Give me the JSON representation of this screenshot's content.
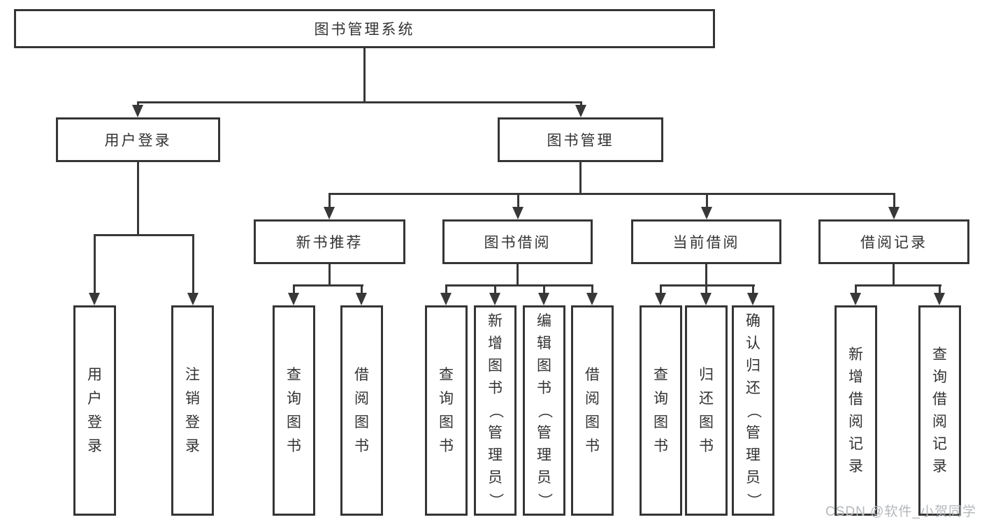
{
  "diagram": {
    "root": {
      "label": "图书管理系统"
    },
    "level2": {
      "user_login": {
        "label": "用户登录",
        "children": [
          "用户登录",
          "注销登录"
        ]
      },
      "book_management": {
        "label": "图书管理"
      }
    },
    "sections": [
      {
        "label": "新书推荐",
        "children": [
          "查询图书",
          "借阅图书"
        ]
      },
      {
        "label": "图书借阅",
        "children": [
          "查询图书",
          "新增图书（管理员）",
          "编辑图书（管理员）",
          "借阅图书"
        ]
      },
      {
        "label": "当前借阅",
        "children": [
          "查询图书",
          "归还图书",
          "确认归还（管理员）"
        ]
      },
      {
        "label": "借阅记录",
        "children": [
          "新增借阅记录",
          "查询借阅记录"
        ]
      }
    ]
  },
  "watermark": {
    "text": "CSDN @软件_小贺同学"
  },
  "colors": {
    "line": "#383838",
    "box_border": "#353535",
    "box_fill": "#ffffff",
    "text": "#333333",
    "watermark": "#b4b8bb",
    "background": "#ffffff"
  }
}
